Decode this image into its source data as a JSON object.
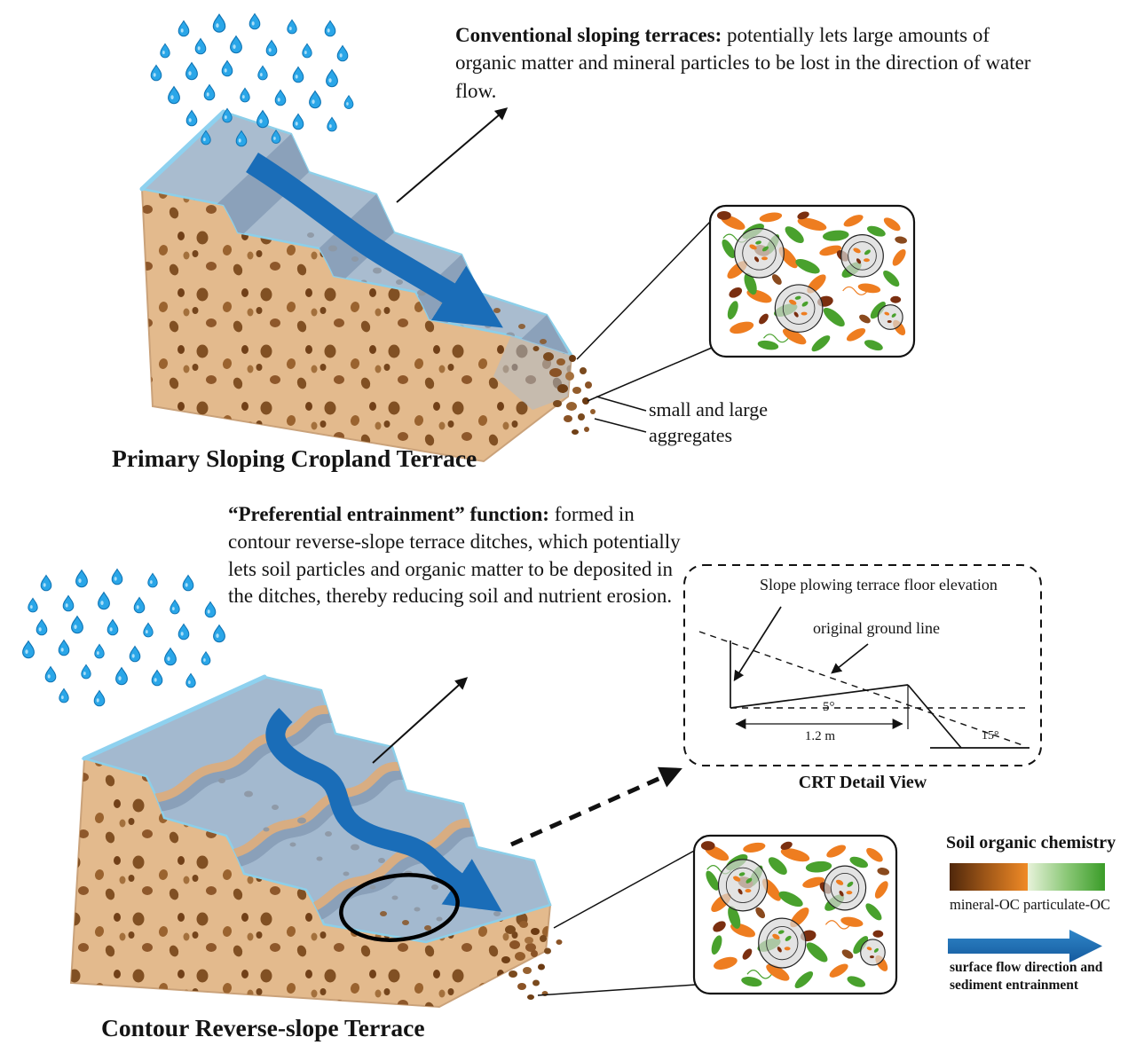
{
  "figure": {
    "top": {
      "annotation": {
        "lead": "Conventional sloping terraces:",
        "body": " potentially lets  large amounts of organic matter and mineral particles to be lost in the direction of water flow."
      },
      "aggregates_label": "small and large aggregates",
      "title": "Primary Sloping Cropland Terrace"
    },
    "bottom": {
      "annotation": {
        "lead": "“Preferential entrainment” function:",
        "body": " formed in contour reverse-slope terrace ditches, which potentially lets soil particles and organic matter to be deposited in the ditches, thereby reducing soil and nutrient erosion."
      },
      "title": "Contour Reverse-slope Terrace"
    },
    "crt_detail": {
      "caption": "CRT Detail View",
      "floor_label": "Slope plowing terrace floor elevation",
      "ground_label": "original ground line",
      "reverse_slope_angle": "5°",
      "terrace_width": "1.2 m",
      "hill_slope_angle": "15°"
    },
    "legend": {
      "title": "Soil organic chemistry",
      "mineral": "mineral-OC",
      "particulate": "particulate-OC",
      "flow": "surface flow direction and sediment entrainment"
    },
    "colors": {
      "flow_arrow": "#1a6db8",
      "rain_drop": "#2aa6e8",
      "soil_face": "#e3ba8d",
      "water_surface": "#a9bccf",
      "mineral_oc_dark": "#4f270b",
      "mineral_oc_light": "#f08a26",
      "particulate_oc_light": "#e7f2da",
      "particulate_oc_dark": "#3a9c28"
    }
  }
}
